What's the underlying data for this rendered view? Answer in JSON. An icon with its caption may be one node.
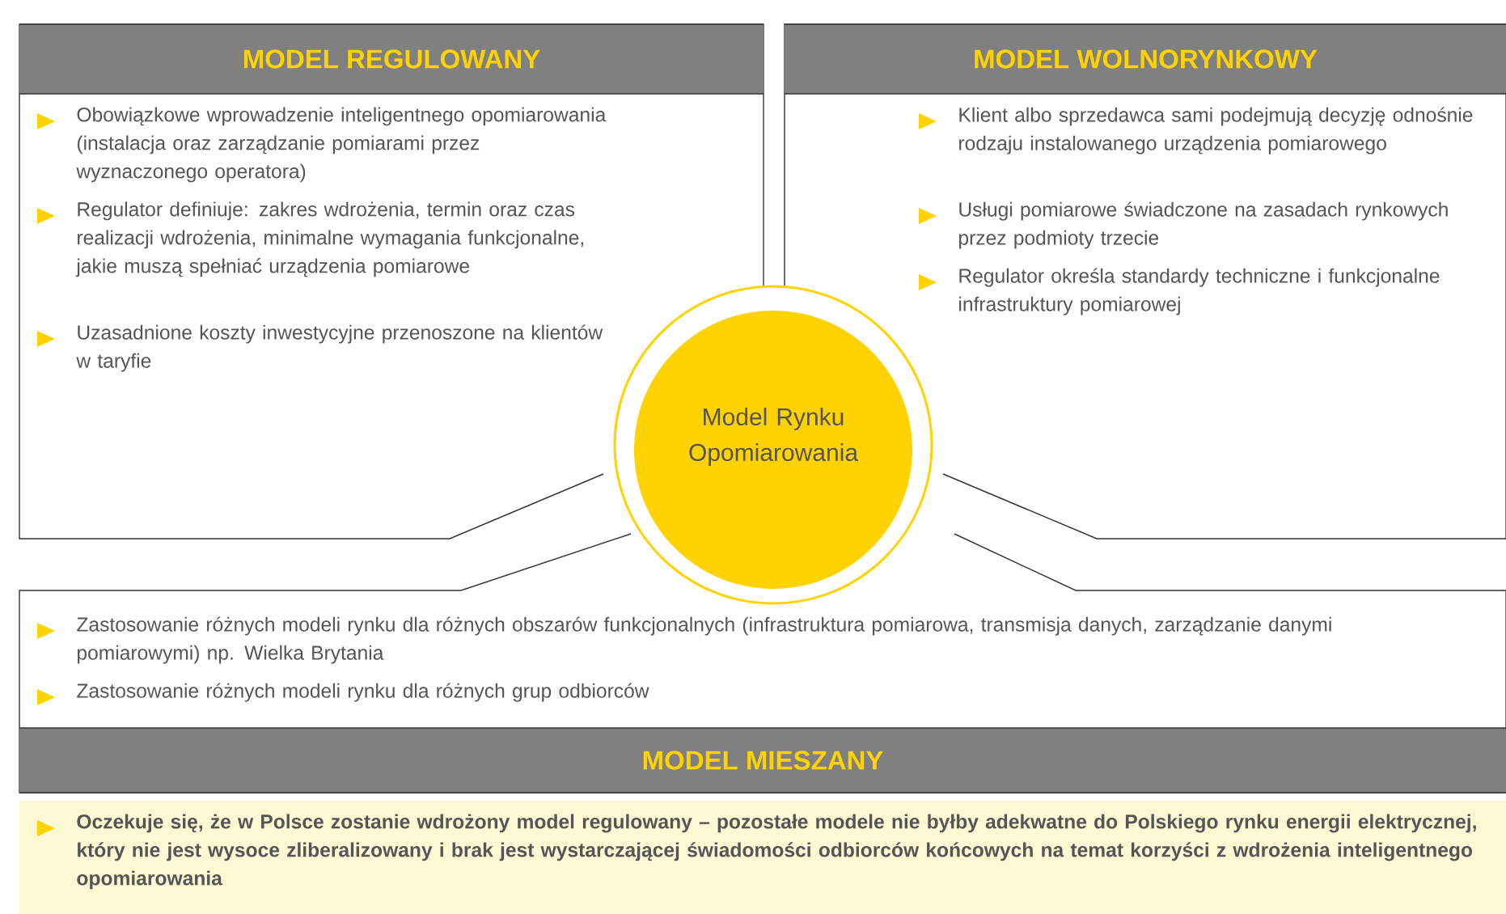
{
  "diagram": {
    "nodes": [
      {
        "text": [
          "MODEL REGULOWANY",
          "Obowiązkowe wprowadzenie inteligentnego opomiarowania (instalacja oraz zarządzanie pomiarami przez wyznaczonego operatora)",
          "Regulator definiuje: zakres wdrożenia, termin oraz czas realizacji wdrożenia, minimalne wymagania funkcjonalne, jakie muszą spełniać urządzenia pomiarowe",
          "Uzasadnione koszty inwestycyjne przenoszone na klientów w taryfie"
        ]
      },
      {
        "text": [
          "MODEL WOLNORYNKOWY",
          "Klient albo sprzedawca sami podejmują decyzję odnośnie rodzaju instalowanego urządzenia pomiarowego",
          "Usługi pomiarowe świadczone na zasadach rynkowych przez podmioty trzecie",
          "Regulator określa standardy techniczne i funkcjonalne infrastruktury pomiarowej"
        ]
      },
      {
        "text": [
          "Model Rynku Opomiarowania"
        ]
      },
      {
        "text": [
          "Zastosowanie różnych modeli rynku dla różnych obszarów funkcjonalnych (infrastruktura pomiarowa, transmisja danych, zarządzanie danymi pomiarowymi) np. Wielka Brytania",
          "Zastosowanie różnych modeli rynku dla różnych grup odbiorców",
          "MODEL MIESZANY"
        ]
      },
      {
        "text": [
          "Oczekuje się, że w Polsce zostanie wdrożony model regulowany – pozostałe modele nie byłby adekwatne do Polskiego rynku energii elektrycznej, który nie jest wysoce zliberalizowany i brak jest wystarczającej świadomości odbiorców końcowych na temat korzyści z wdrożenia inteligentnego opomiarowania"
        ]
      }
    ]
  }
}
